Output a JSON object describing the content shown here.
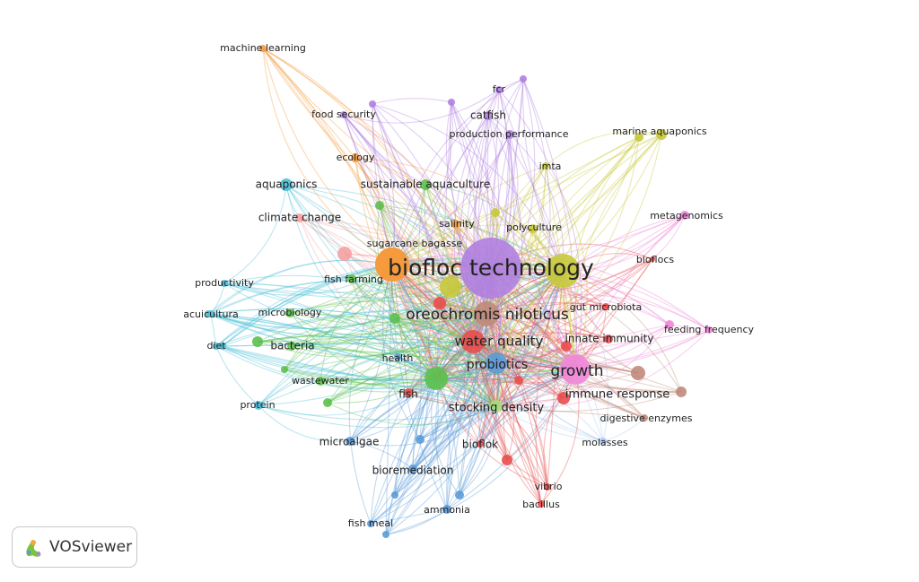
{
  "app": {
    "brand_label": "VOSviewer"
  },
  "palette": {
    "purple": "#b07fe0",
    "orange": "#f59a3c",
    "yellow": "#c7c93a",
    "green": "#5cc04c",
    "blue": "#5b9bd8",
    "red": "#e84c4c",
    "pink": "#ef86d8",
    "brown": "#c0897a",
    "cyan": "#4cc0d8",
    "salmon": "#f5a0a0",
    "lightgreen": "#a9df7c",
    "lightblue": "#a8c8f0"
  },
  "network": {
    "nodes": [
      {
        "id": "bft",
        "label": "biofloc technology",
        "cluster": "purple",
        "weight": 10
      },
      {
        "id": "on",
        "label": "oreochromis niloticus",
        "cluster": "brown",
        "weight": 6
      },
      {
        "id": "wq",
        "label": "water quality",
        "cluster": "red",
        "weight": 4
      },
      {
        "id": "growth",
        "label": "growth",
        "cluster": "pink",
        "weight": 5
      },
      {
        "id": "probiotics",
        "label": "probiotics",
        "cluster": "blue",
        "weight": 3
      },
      {
        "id": "ir",
        "label": "immune response",
        "cluster": "red",
        "weight": 2
      },
      {
        "id": "sd",
        "label": "stocking density",
        "cluster": "lightgreen",
        "weight": 2
      },
      {
        "id": "sb",
        "label": "sugarcane bagasse",
        "cluster": "orange",
        "weight": 2
      },
      {
        "id": "ff",
        "label": "fish farming",
        "cluster": "green",
        "weight": 1
      },
      {
        "id": "sa",
        "label": "sustainable aquaculture",
        "cluster": "green",
        "weight": 2
      },
      {
        "id": "salinity",
        "label": "salinity",
        "cluster": "orange",
        "weight": 1
      },
      {
        "id": "polyculture",
        "label": "polyculture",
        "cluster": "yellow",
        "weight": 1
      },
      {
        "id": "imta",
        "label": "imta",
        "cluster": "yellow",
        "weight": 1
      },
      {
        "id": "ma",
        "label": "marine aquaponics",
        "cluster": "yellow",
        "weight": 1
      },
      {
        "id": "metagenomics",
        "label": "metagenomics",
        "cluster": "pink",
        "weight": 1
      },
      {
        "id": "bioflocs",
        "label": "bioflocs",
        "cluster": "red",
        "weight": 1
      },
      {
        "id": "fq",
        "label": "feeding frequency",
        "cluster": "pink",
        "weight": 1
      },
      {
        "id": "gm",
        "label": "gut microbiota",
        "cluster": "red",
        "weight": 1
      },
      {
        "id": "ii",
        "label": "innate immunity",
        "cluster": "red",
        "weight": 1
      },
      {
        "id": "de",
        "label": "digestive enzymes",
        "cluster": "brown",
        "weight": 1
      },
      {
        "id": "molasses",
        "label": "molasses",
        "cluster": "lightblue",
        "weight": 1
      },
      {
        "id": "biofloc",
        "label": "bioflok",
        "cluster": "red",
        "weight": 1
      },
      {
        "id": "vibrio",
        "label": "vibrio",
        "cluster": "red",
        "weight": 1
      },
      {
        "id": "bacillus",
        "label": "bacillus",
        "cluster": "red",
        "weight": 1
      },
      {
        "id": "ammonia",
        "label": "ammonia",
        "cluster": "blue",
        "weight": 1
      },
      {
        "id": "fishmeal",
        "label": "fish meal",
        "cluster": "blue",
        "weight": 1
      },
      {
        "id": "bioremediation",
        "label": "bioremediation",
        "cluster": "blue",
        "weight": 1
      },
      {
        "id": "microalgae",
        "label": "microalgae",
        "cluster": "blue",
        "weight": 1
      },
      {
        "id": "fish",
        "label": "fish",
        "cluster": "red",
        "weight": 1
      },
      {
        "id": "health",
        "label": "health",
        "cluster": "blue",
        "weight": 1
      },
      {
        "id": "wastewater",
        "label": "wastewater",
        "cluster": "green",
        "weight": 1
      },
      {
        "id": "bacteria",
        "label": "bacteria",
        "cluster": "green",
        "weight": 1
      },
      {
        "id": "microbiology",
        "label": "microbiology",
        "cluster": "green",
        "weight": 1
      },
      {
        "id": "protein",
        "label": "protein",
        "cluster": "cyan",
        "weight": 1
      },
      {
        "id": "diet",
        "label": "diet",
        "cluster": "cyan",
        "weight": 1
      },
      {
        "id": "acuicultura",
        "label": "acuicultura",
        "cluster": "cyan",
        "weight": 1
      },
      {
        "id": "productivity",
        "label": "productivity",
        "cluster": "cyan",
        "weight": 1
      },
      {
        "id": "cc",
        "label": "climate change",
        "cluster": "salmon",
        "weight": 1
      },
      {
        "id": "aquaponics",
        "label": "aquaponics",
        "cluster": "cyan",
        "weight": 1
      },
      {
        "id": "ecology",
        "label": "ecology",
        "cluster": "orange",
        "weight": 1
      },
      {
        "id": "fs",
        "label": "food security",
        "cluster": "purple",
        "weight": 1
      },
      {
        "id": "ml",
        "label": "machine learning",
        "cluster": "orange",
        "weight": 1
      },
      {
        "id": "fcr",
        "label": "fcr",
        "cluster": "purple",
        "weight": 1
      },
      {
        "id": "catfish",
        "label": "catfish",
        "cluster": "purple",
        "weight": 1
      },
      {
        "id": "pp",
        "label": "production performance",
        "cluster": "purple",
        "weight": 1
      }
    ],
    "extra_nodes": [
      {
        "id": "yellow_big",
        "cluster": "yellow",
        "weight": 4
      },
      {
        "id": "orange_big",
        "cluster": "orange",
        "weight": 5
      },
      {
        "id": "yellow_mid",
        "cluster": "yellow",
        "weight": 2
      },
      {
        "id": "green_big",
        "cluster": "green",
        "weight": 3
      },
      {
        "id": "salmon_mid",
        "cluster": "salmon",
        "weight": 2
      },
      {
        "id": "red_mid",
        "cluster": "red",
        "weight": 2
      },
      {
        "id": "brown_mid",
        "cluster": "brown",
        "weight": 2
      },
      {
        "id": "brown_small",
        "cluster": "brown",
        "weight": 1
      },
      {
        "id": "pink_small",
        "cluster": "pink",
        "weight": 1
      },
      {
        "id": "red_small1",
        "cluster": "red",
        "weight": 1
      },
      {
        "id": "red_small2",
        "cluster": "red",
        "weight": 1
      },
      {
        "id": "red_small3",
        "cluster": "red",
        "weight": 1
      },
      {
        "id": "green_s1",
        "cluster": "green",
        "weight": 1
      },
      {
        "id": "green_s2",
        "cluster": "green",
        "weight": 1
      },
      {
        "id": "green_s3",
        "cluster": "green",
        "weight": 1
      },
      {
        "id": "green_s4",
        "cluster": "green",
        "weight": 1
      },
      {
        "id": "green_s5",
        "cluster": "green",
        "weight": 1
      },
      {
        "id": "blue_s1",
        "cluster": "blue",
        "weight": 1
      },
      {
        "id": "blue_s2",
        "cluster": "blue",
        "weight": 1
      },
      {
        "id": "blue_s3",
        "cluster": "blue",
        "weight": 1
      },
      {
        "id": "blue_s4",
        "cluster": "blue",
        "weight": 1
      },
      {
        "id": "purple_s1",
        "cluster": "purple",
        "weight": 1
      },
      {
        "id": "purple_s2",
        "cluster": "purple",
        "weight": 1
      },
      {
        "id": "purple_s3",
        "cluster": "purple",
        "weight": 1
      },
      {
        "id": "yellow_s1",
        "cluster": "yellow",
        "weight": 1
      },
      {
        "id": "yellow_s2",
        "cluster": "yellow",
        "weight": 1
      },
      {
        "id": "cyan_s1",
        "cluster": "cyan",
        "weight": 1
      },
      {
        "id": "cyan_s2",
        "cluster": "cyan",
        "weight": 1
      }
    ]
  }
}
